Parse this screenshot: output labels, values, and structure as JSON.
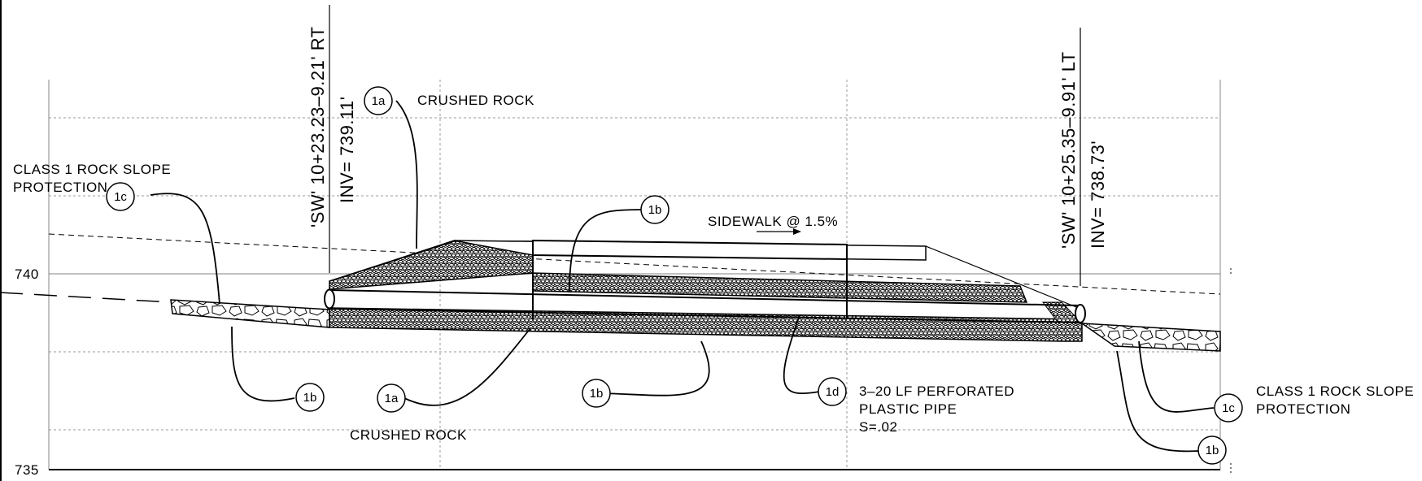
{
  "elevations": {
    "upper": "740",
    "lower": "735"
  },
  "stations": {
    "left": {
      "line1": "'SW' 10+23.23–9.21' RT",
      "line2": "INV= 739.11'"
    },
    "right": {
      "line1": "'SW' 10+25.35–9.91' LT",
      "line2": "INV= 738.73'"
    }
  },
  "labels": {
    "crushed_rock_top": "CRUSHED ROCK",
    "crushed_rock_bottom": "CRUSHED ROCK",
    "rock_slope_left_1": "CLASS 1 ROCK SLOPE",
    "rock_slope_left_2": "PROTECTION",
    "rock_slope_right_1": "CLASS 1 ROCK SLOPE",
    "rock_slope_right_2": "PROTECTION",
    "sidewalk": "SIDEWALK @ 1.5%",
    "pipe_1": "3–20 LF PERFORATED",
    "pipe_2": "PLASTIC PIPE",
    "pipe_3": "S=.02"
  },
  "tags": {
    "t1a_top": "1a",
    "t1a_bottom": "1a",
    "t1b_top": "1b",
    "t1b_left": "1b",
    "t1b_mid": "1b",
    "t1b_right": "1b",
    "t1c_left": "1c",
    "t1c_right": "1c",
    "t1d": "1d"
  },
  "colors": {
    "ink": "#000000",
    "grid": "#9a9a9a",
    "background": "#ffffff"
  }
}
